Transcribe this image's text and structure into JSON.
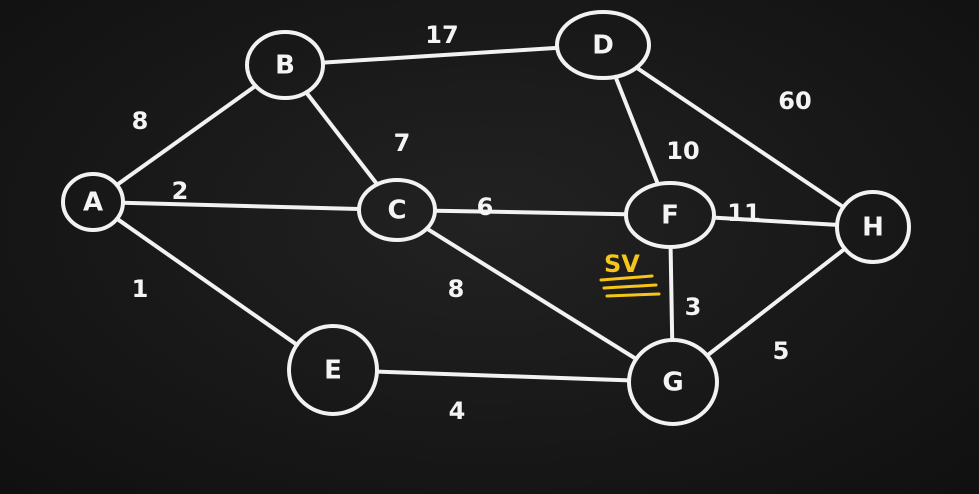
{
  "graph": {
    "nodes": [
      {
        "id": "A",
        "label": "A"
      },
      {
        "id": "B",
        "label": "B"
      },
      {
        "id": "C",
        "label": "C"
      },
      {
        "id": "D",
        "label": "D"
      },
      {
        "id": "E",
        "label": "E"
      },
      {
        "id": "F",
        "label": "F"
      },
      {
        "id": "G",
        "label": "G"
      },
      {
        "id": "H",
        "label": "H"
      }
    ],
    "edges": [
      {
        "from": "A",
        "to": "B",
        "weight": "8"
      },
      {
        "from": "A",
        "to": "C",
        "weight": "2"
      },
      {
        "from": "A",
        "to": "E",
        "weight": "1"
      },
      {
        "from": "B",
        "to": "D",
        "weight": "17"
      },
      {
        "from": "B",
        "to": "C",
        "weight": "7"
      },
      {
        "from": "C",
        "to": "F",
        "weight": "6"
      },
      {
        "from": "C",
        "to": "G",
        "weight": "8"
      },
      {
        "from": "D",
        "to": "F",
        "weight": "10"
      },
      {
        "from": "D",
        "to": "H",
        "weight": "60"
      },
      {
        "from": "F",
        "to": "H",
        "weight": "11"
      },
      {
        "from": "F",
        "to": "G",
        "weight": "3"
      },
      {
        "from": "E",
        "to": "G",
        "weight": "4"
      },
      {
        "from": "G",
        "to": "H",
        "weight": "5"
      }
    ]
  },
  "annotation": {
    "text": "SV",
    "color": "#f5c518"
  },
  "colors": {
    "chalk": "#f2f2f2",
    "board": "#181818"
  }
}
